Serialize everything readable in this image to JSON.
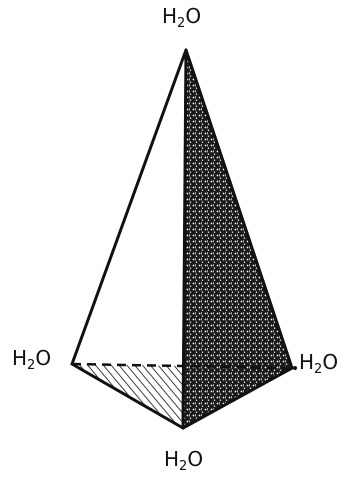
{
  "labels": {
    "top": {
      "element": "H",
      "subscript": "2",
      "suffix": "O"
    },
    "left": {
      "element": "H",
      "subscript": "2",
      "suffix": "O"
    },
    "right": {
      "element": "H",
      "subscript": "2",
      "suffix": "O"
    },
    "bottom": {
      "element": "H",
      "subscript": "2",
      "suffix": "O"
    }
  },
  "colors": {
    "ink": "#111111",
    "shade": "#1a1a1a",
    "background": "#ffffff"
  }
}
